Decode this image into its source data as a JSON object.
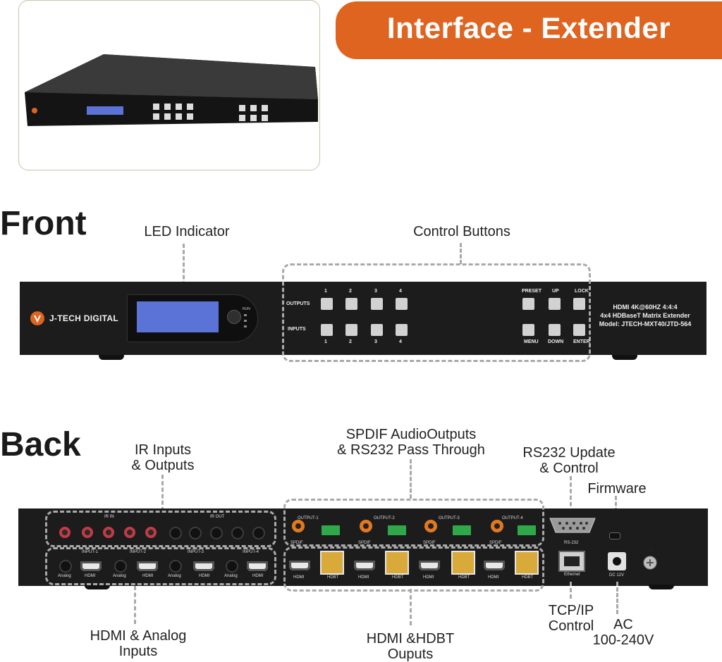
{
  "header": {
    "title": "Interface - Extender"
  },
  "brand": {
    "logo_text": "J-TECH DIGITAL",
    "accent_color": "#df6420"
  },
  "sections": {
    "front": "Front",
    "back": "Back"
  },
  "front_callouts": {
    "led": "LED Indicator",
    "buttons": "Control Buttons"
  },
  "front_panel": {
    "outputs_label": "OUTPUTS",
    "inputs_label": "INPUTS",
    "numbers": [
      "1",
      "2",
      "3",
      "4"
    ],
    "run_label": "RUN",
    "preset": "PRESET",
    "up": "UP",
    "lock": "LOCK",
    "menu": "MENU",
    "down": "DOWN",
    "enter": "ENTER",
    "model_line1": "HDMI 4K@60HZ 4:4:4",
    "model_line2": "4x4 HDBaseT Matrix Extender",
    "model_line3": "Model: JTECH-MXT40/JTD-564"
  },
  "back_callouts": {
    "ir_line1": "IR Inputs",
    "ir_line2": "& Outputs",
    "spdif_line1": "SPDIF AudioOutputs",
    "spdif_line2": "& RS232 Pass Through",
    "rs232_line1": "RS232 Update",
    "rs232_line2": "& Control",
    "firmware": "Firmware",
    "hdmi_analog_line1": "HDMI & Analog",
    "hdmi_analog_line2": "Inputs",
    "hdbt_line1": "HDMI &HDBT",
    "hdbt_line2": "Ouputs",
    "tcp_line1": "TCP/IP",
    "tcp_line2": "Control",
    "ac_line1": "AC",
    "ac_line2": "100-240V"
  },
  "back_panel": {
    "ir_in": "IR IN",
    "ir_out": "IR OUT",
    "input_labels": [
      "INPUT-1",
      "INPUT-2",
      "INPUT-3",
      "INPUT-4"
    ],
    "analog": "Analog",
    "hdmi": "HDMI",
    "output_labels": [
      "OUTPUT-1",
      "OUTPUT-2",
      "OUTPUT-3",
      "OUTPUT-4"
    ],
    "spdif": "SPDIF",
    "hdbt": "HDBT",
    "rs232": "RS-232",
    "ethernet": "Ethernet",
    "dc": "DC 12V"
  }
}
